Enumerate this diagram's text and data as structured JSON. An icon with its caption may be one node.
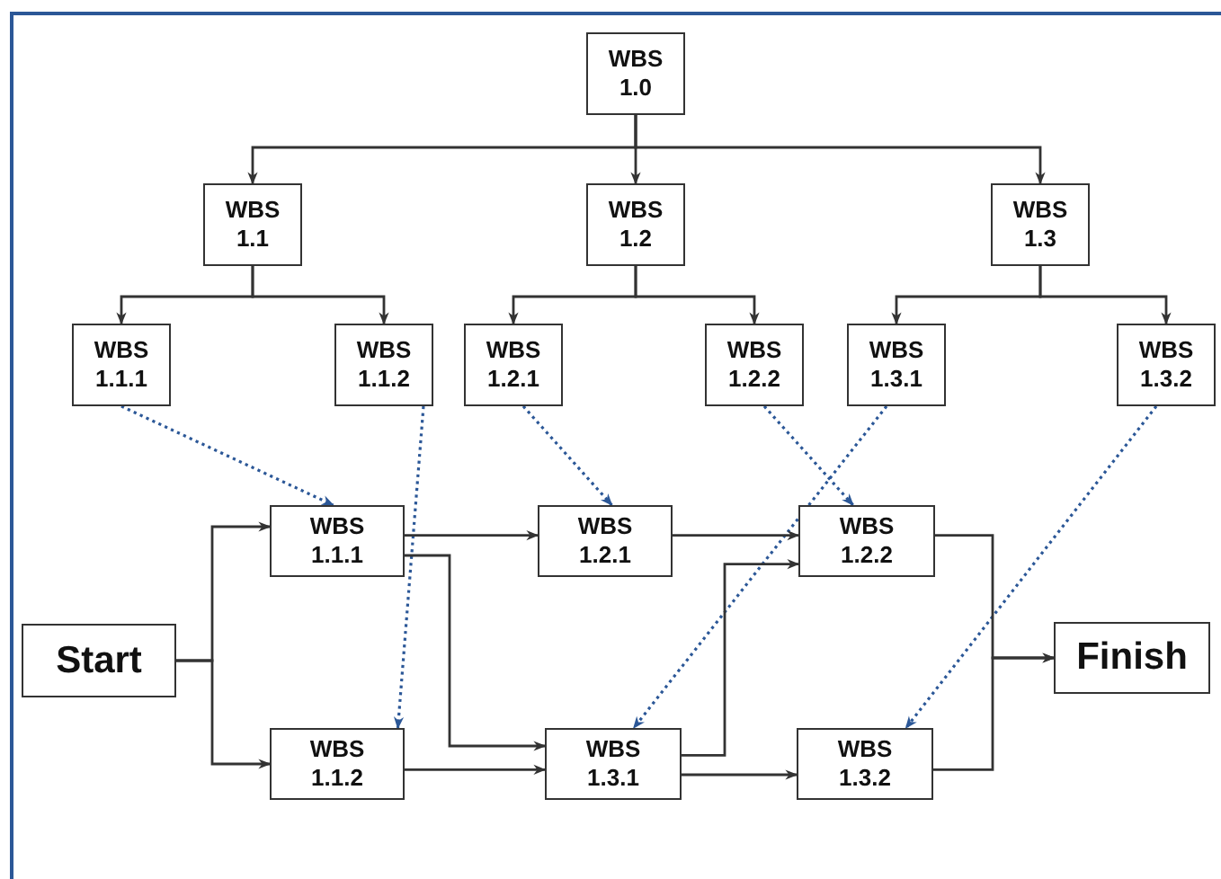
{
  "diagram": {
    "nodes": [
      {
        "text": [
          "WBS 1.0"
        ]
      },
      {
        "text": [
          "WBS 1.1"
        ]
      },
      {
        "text": [
          "WBS 1.2"
        ]
      },
      {
        "text": [
          "WBS 1.3"
        ]
      },
      {
        "text": [
          "WBS 1.1.1"
        ]
      },
      {
        "text": [
          "WBS 1.1.2"
        ]
      },
      {
        "text": [
          "WBS 1.2.1"
        ]
      },
      {
        "text": [
          "WBS 1.2.2"
        ]
      },
      {
        "text": [
          "WBS 1.3.1"
        ]
      },
      {
        "text": [
          "WBS 1.3.2"
        ]
      },
      {
        "text": [
          "Start"
        ]
      },
      {
        "text": [
          "WBS 1.1.1"
        ]
      },
      {
        "text": [
          "WBS 1.2.1"
        ]
      },
      {
        "text": [
          "WBS 1.2.2"
        ]
      },
      {
        "text": [
          "Finish"
        ]
      },
      {
        "text": [
          "WBS 1.1.2"
        ]
      },
      {
        "text": [
          "WBS 1.3.1"
        ]
      },
      {
        "text": [
          "WBS 1.3.2"
        ]
      }
    ],
    "edges": [
      {
        "from": 0,
        "to": 1,
        "arrow": "to"
      },
      {
        "from": 0,
        "to": 2,
        "arrow": "to"
      },
      {
        "from": 0,
        "to": 3,
        "arrow": "to"
      },
      {
        "from": 1,
        "to": 4,
        "arrow": "to"
      },
      {
        "from": 1,
        "to": 5,
        "arrow": "to"
      },
      {
        "from": 2,
        "to": 6,
        "arrow": "to"
      },
      {
        "from": 2,
        "to": 7,
        "arrow": "to"
      },
      {
        "from": 3,
        "to": 8,
        "arrow": "to"
      },
      {
        "from": 3,
        "to": 9,
        "arrow": "to"
      },
      {
        "from": 4,
        "to": 11,
        "arrow": "to",
        "style": "dashed",
        "color": "#2b5797"
      },
      {
        "from": 5,
        "to": 15,
        "arrow": "to",
        "style": "dashed",
        "color": "#2b5797"
      },
      {
        "from": 6,
        "to": 12,
        "arrow": "to",
        "style": "dashed",
        "color": "#2b5797"
      },
      {
        "from": 7,
        "to": 13,
        "arrow": "to",
        "style": "dashed",
        "color": "#2b5797"
      },
      {
        "from": 8,
        "to": 16,
        "arrow": "to",
        "style": "dashed",
        "color": "#2b5797"
      },
      {
        "from": 9,
        "to": 17,
        "arrow": "to",
        "style": "dashed",
        "color": "#2b5797"
      },
      {
        "from": 10,
        "to": 11,
        "arrow": "to"
      },
      {
        "from": 10,
        "to": 15,
        "arrow": "to"
      },
      {
        "from": 11,
        "to": 12,
        "arrow": "to"
      },
      {
        "from": 11,
        "to": 16,
        "arrow": "to"
      },
      {
        "from": 15,
        "to": 16,
        "arrow": "to"
      },
      {
        "from": 12,
        "to": 13,
        "arrow": "to"
      },
      {
        "from": 16,
        "to": 13,
        "arrow": "to"
      },
      {
        "from": 16,
        "to": 17,
        "arrow": "to"
      },
      {
        "from": 13,
        "to": 14,
        "arrow": "to"
      },
      {
        "from": 17,
        "to": 14,
        "arrow": "to"
      }
    ]
  }
}
